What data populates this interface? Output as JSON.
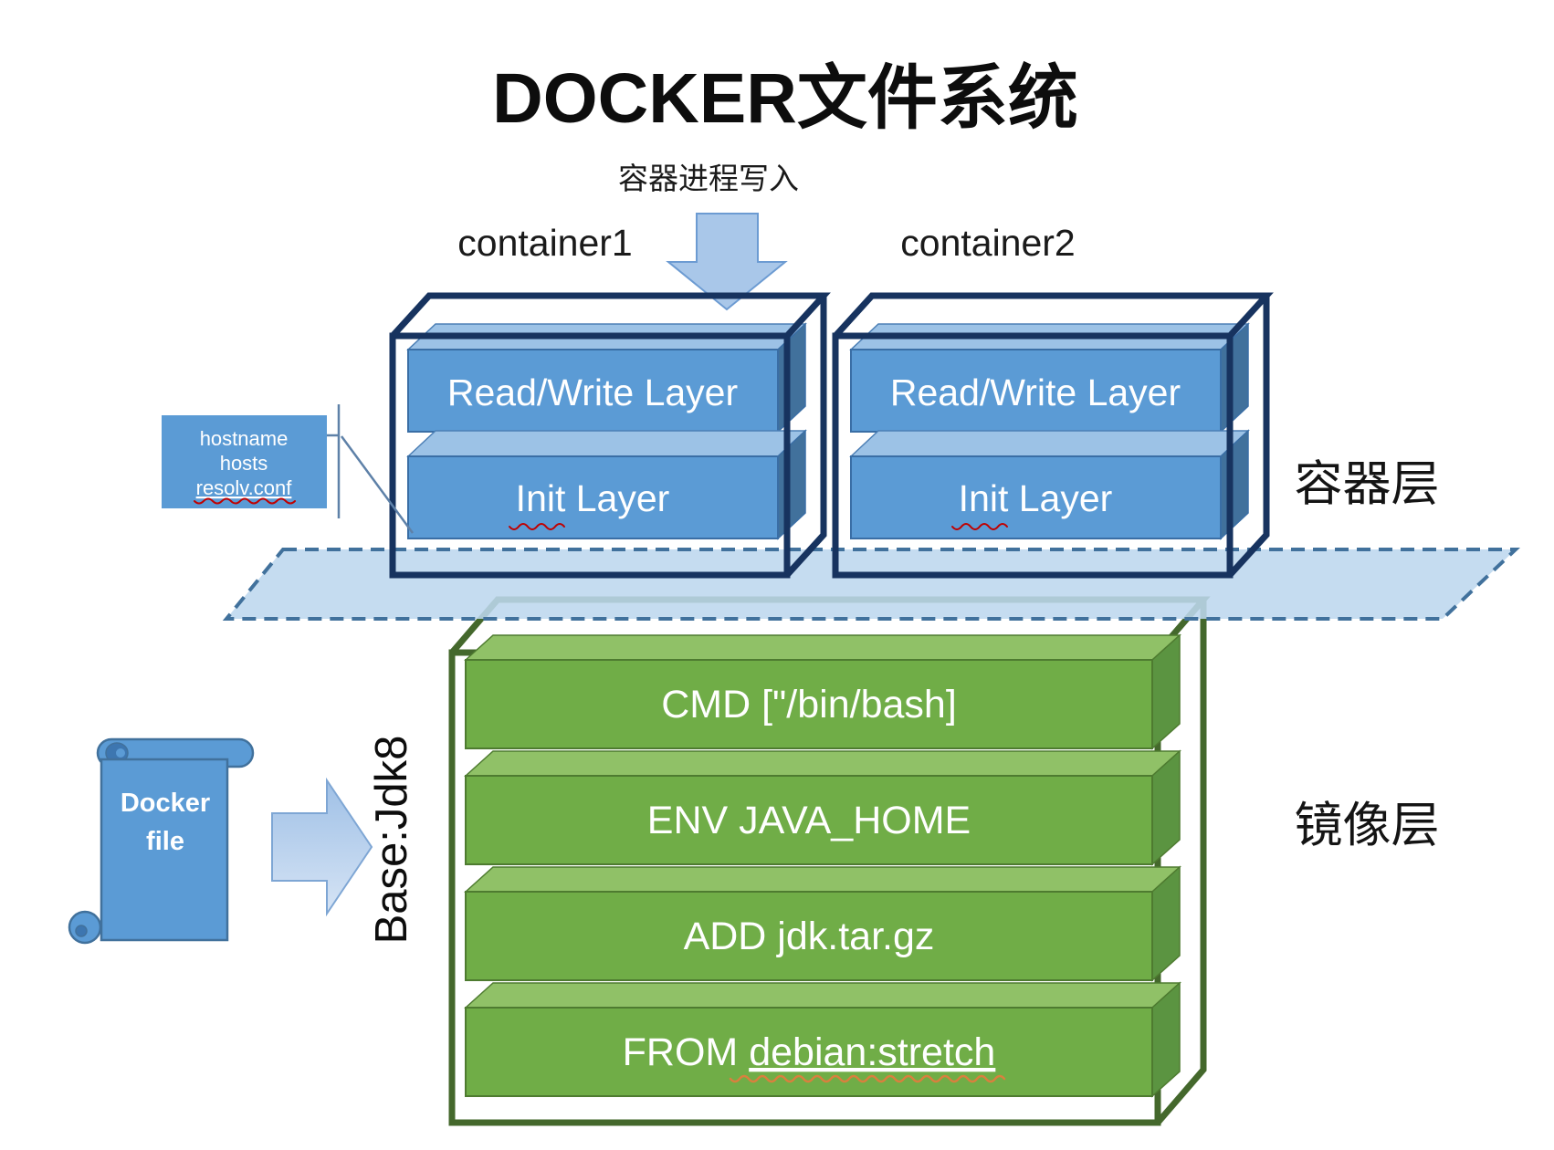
{
  "title": "DOCKER文件系统",
  "labels": {
    "process_write": "容器进程写入",
    "container_layer_zh": "容器层",
    "image_layer_zh": "镜像层",
    "base_jdk": "Base:Jdk8"
  },
  "containers": [
    {
      "name": "container1",
      "rw_layer": "Read/Write Layer",
      "init_layer": "Init Layer"
    },
    {
      "name": "container2",
      "rw_layer": "Read/Write Layer",
      "init_layer": "Init Layer"
    }
  ],
  "init_files_box": {
    "line1": "hostname",
    "line2": "hosts",
    "line3": "resolv.conf"
  },
  "image_stack": {
    "cmd": "CMD [\"/bin/bash]",
    "env": "ENV JAVA_HOME",
    "add": "ADD jdk.tar.gz",
    "from_prefix": "FROM ",
    "from_target": "debian:stretch"
  },
  "docker_file": {
    "line1": "Docker",
    "line2": "file"
  },
  "colors": {
    "navy": "#17335F",
    "slab_blue": "#5B9BD5",
    "slab_blue_top": "#9CC2E6",
    "slab_blue_side": "#41719C",
    "platform_blue": "#BDD7EE",
    "green": "#70AD47",
    "green_top": "#90C167",
    "green_side": "#5B9441",
    "green_dark": "#44682C",
    "arrow_blue": "#A9C7E9",
    "squiggle_red": "#C00000",
    "squiggle_orange": "#D9803E"
  }
}
